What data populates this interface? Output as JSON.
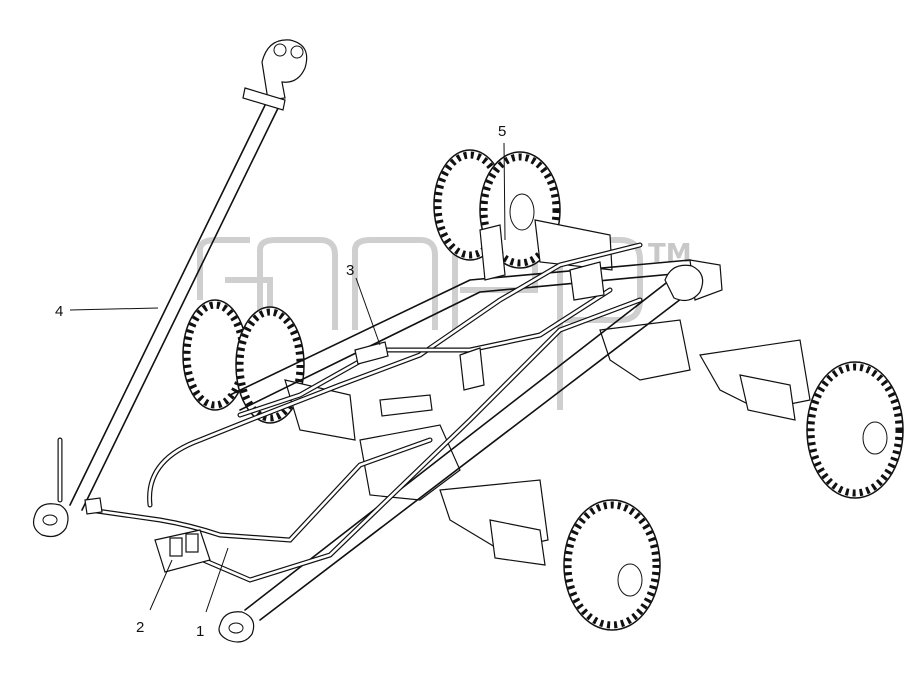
{
  "watermark": {
    "trademark": "TM"
  },
  "callouts": [
    {
      "label": "1"
    },
    {
      "label": "2"
    },
    {
      "label": "3"
    },
    {
      "label": "4"
    },
    {
      "label": "5"
    }
  ]
}
